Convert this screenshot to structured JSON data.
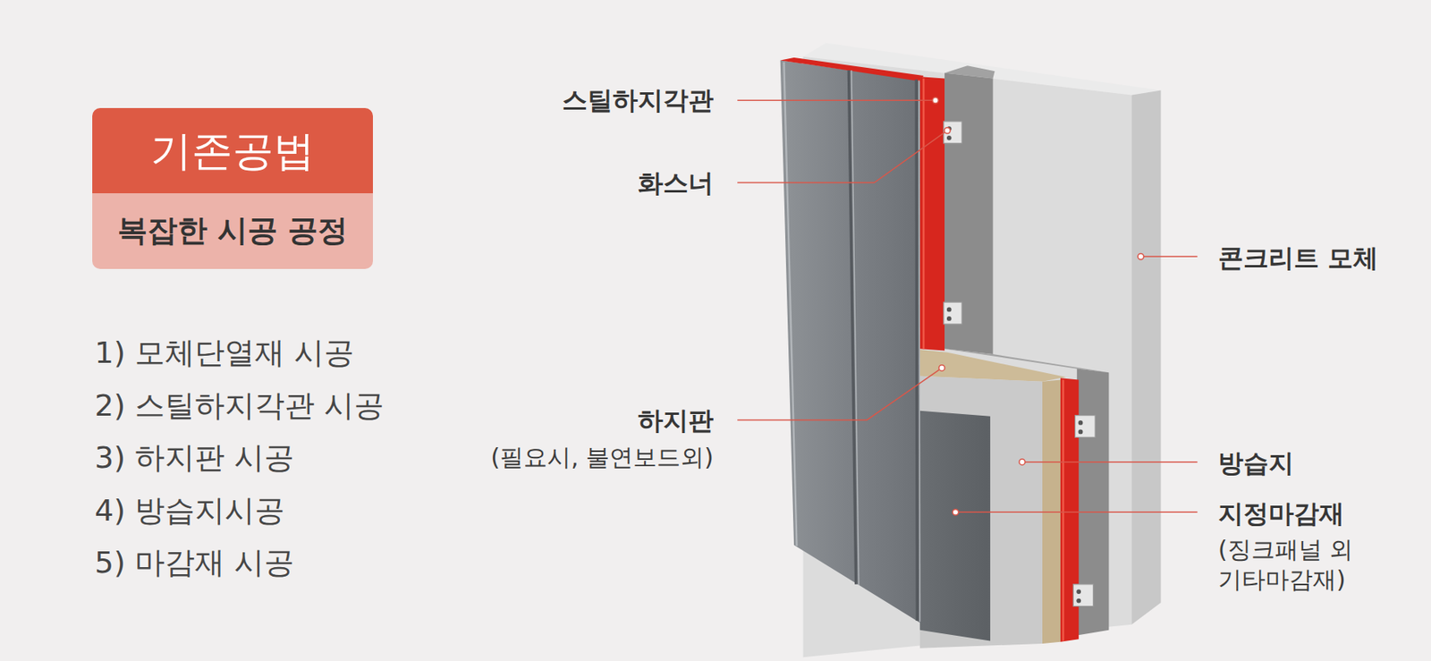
{
  "diagram": {
    "nodes": [
      {
        "text": [
          "기존공법"
        ]
      },
      {
        "text": [
          "복잡한 시공 공정"
        ]
      }
    ],
    "labels": [
      "1) 모체단열재 시공",
      "2) 스틸하지각관 시공",
      "3) 하지판 시공",
      "4) 방습지시공",
      "5) 마감재 시공",
      "스틸하지각관",
      "화스너",
      "콘크리트 모체",
      "하지판",
      "(필요시, 불연보드외)",
      "방습지",
      "지정마감재",
      "(징크패널 외 기타마감재)"
    ]
  }
}
